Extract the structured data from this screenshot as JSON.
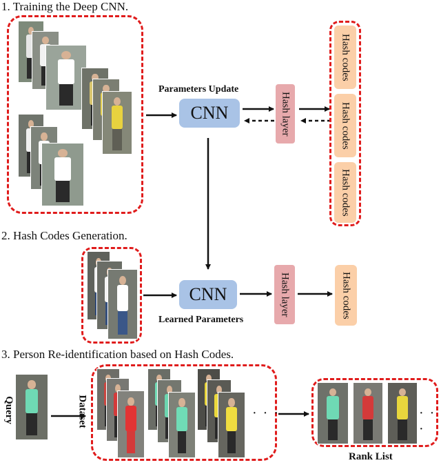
{
  "section1": {
    "title": "1. Training the Deep CNN."
  },
  "section2": {
    "title": "2. Hash Codes Generation."
  },
  "section3": {
    "title": "3. Person Re-identification based on Hash Codes."
  },
  "labels": {
    "parameters_update": "Parameters Update",
    "learned_parameters": "Learned Parameters",
    "cnn": "CNN",
    "hash_layer": "Hash layer",
    "hash_codes": "Hash codes",
    "query": "Query",
    "dataset": "Dataset",
    "rank_list": "Rank List",
    "ellipsis": "· · ·"
  },
  "colors": {
    "cnn_box": "#a9c3e6",
    "hash_layer_box": "#e7a9ac",
    "hash_codes_box": "#fbcfa8",
    "dashed_border": "#e01c1c",
    "arrow": "#111111"
  }
}
